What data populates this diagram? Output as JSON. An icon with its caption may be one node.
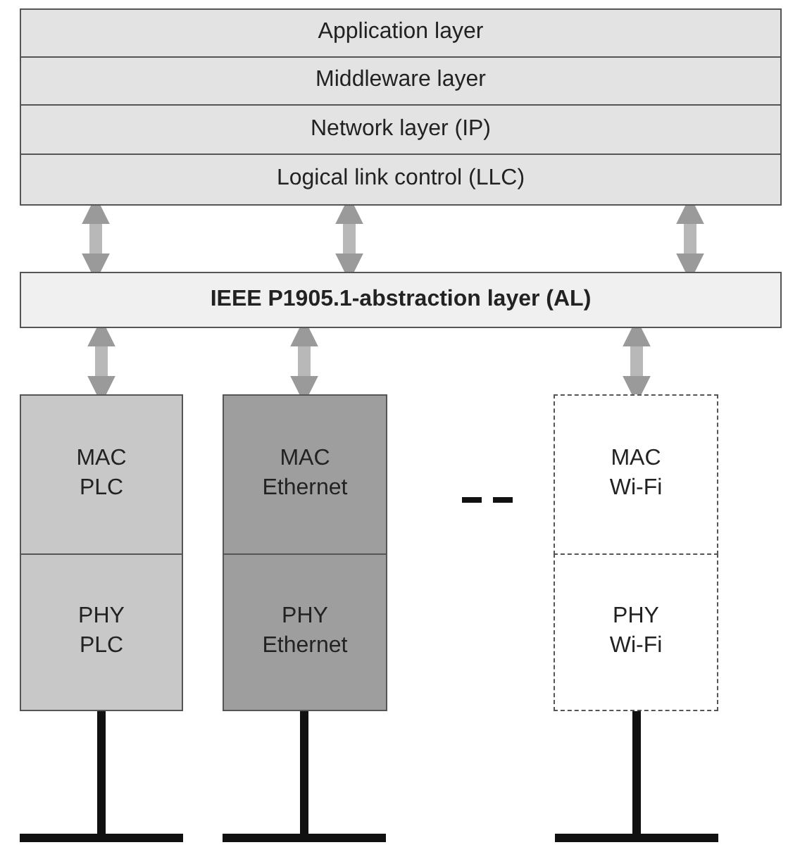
{
  "diagram": {
    "nodes": [
      {
        "text": [
          "Application layer"
        ]
      },
      {
        "text": [
          "Middleware layer"
        ]
      },
      {
        "text": [
          "Network layer (IP)"
        ]
      },
      {
        "text": [
          "Logical link control (LLC)"
        ]
      },
      {
        "text": [
          "IEEE P1905.1-abstraction layer (AL)"
        ]
      },
      {
        "text": [
          "MAC PLC"
        ]
      },
      {
        "text": [
          "PHY PLC"
        ]
      },
      {
        "text": [
          "MAC Ethernet"
        ]
      },
      {
        "text": [
          "PHY Ethernet"
        ]
      },
      {
        "text": [
          "MAC Wi-Fi"
        ]
      },
      {
        "text": [
          "PHY Wi-Fi"
        ]
      }
    ],
    "edges": [
      {
        "from": 3,
        "to": 4,
        "arrow": "both"
      },
      {
        "from": 3,
        "to": 4,
        "arrow": "both"
      },
      {
        "from": 3,
        "to": 4,
        "arrow": "both"
      },
      {
        "from": 4,
        "to": 5,
        "arrow": "both"
      },
      {
        "from": 4,
        "to": 7,
        "arrow": "both"
      },
      {
        "from": 4,
        "to": 9,
        "arrow": "both"
      }
    ]
  }
}
